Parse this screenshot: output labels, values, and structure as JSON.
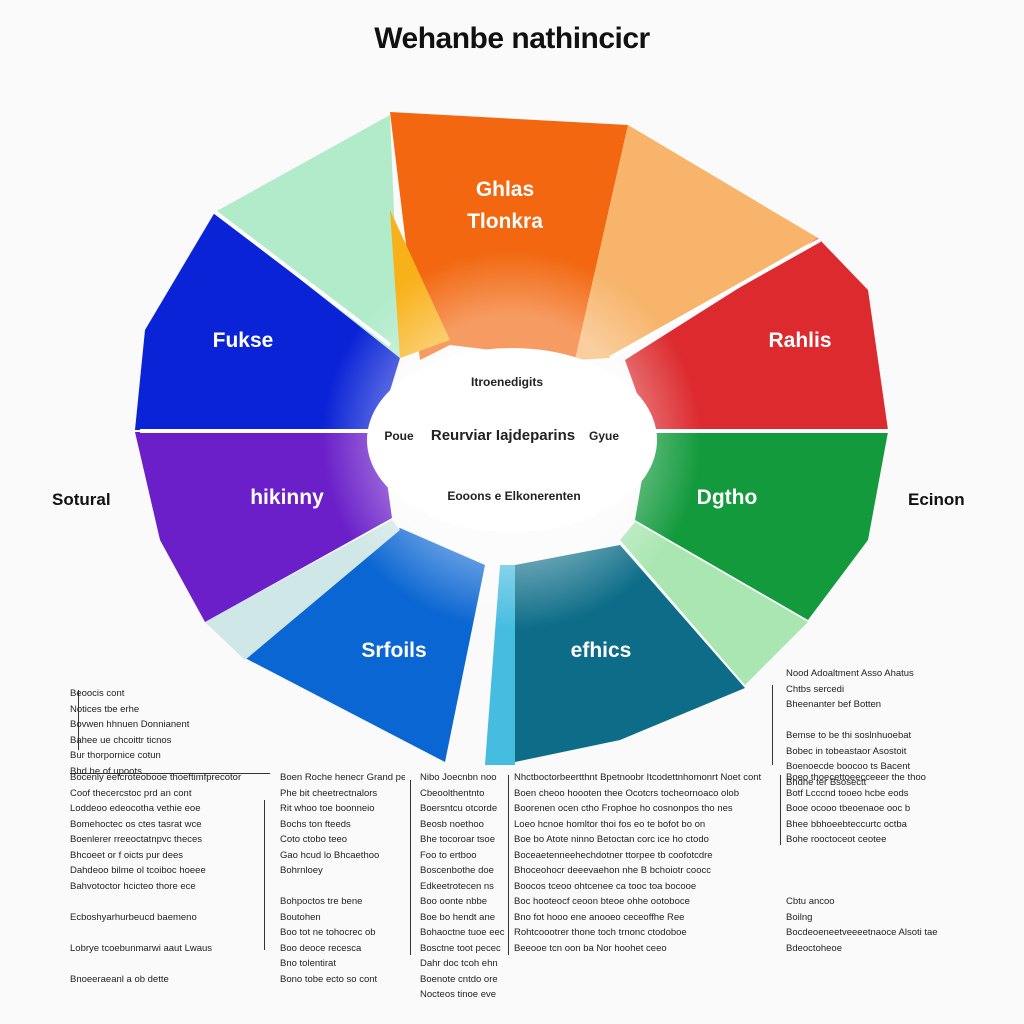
{
  "title": "Wehanbe nathincicr",
  "side_labels": {
    "left": "Sotural",
    "right": "Ecinon"
  },
  "center": {
    "line1": "Itroenedigits",
    "line2_left": "Poue",
    "line2_main": "Reurviar Iajdeparins",
    "line2_right": "Gyue",
    "line3": "Eooons e Elkonerenten"
  },
  "segments": [
    {
      "id": "top-orange",
      "label_lines": [
        "Ghlas",
        "Tlonkra"
      ],
      "color": "#f2670f"
    },
    {
      "id": "top-right-peach",
      "label_lines": [],
      "color": "#f7b46a"
    },
    {
      "id": "right-red",
      "label_lines": [
        "Rahlis"
      ],
      "color": "#dc2a2e"
    },
    {
      "id": "right-green",
      "label_lines": [
        "Dgtho"
      ],
      "color": "#129a3c"
    },
    {
      "id": "bottom-right-lightgreen",
      "label_lines": [],
      "color": "#a9e6b1"
    },
    {
      "id": "bottom-teal",
      "label_lines": [
        "efhics"
      ],
      "color": "#0d6d88"
    },
    {
      "id": "bottom-cyan",
      "label_lines": [],
      "color": "#45bce0"
    },
    {
      "id": "bottom-blue",
      "label_lines": [
        "Srfoils"
      ],
      "color": "#0a66d2"
    },
    {
      "id": "bottom-left-lightblue",
      "label_lines": [],
      "color": "#cfe7e6"
    },
    {
      "id": "left-purple",
      "label_lines": [
        "hikinny"
      ],
      "color": "#6a1fc9"
    },
    {
      "id": "left-blue",
      "label_lines": [
        "Fukse"
      ],
      "color": "#0a23d6"
    },
    {
      "id": "top-left-mint",
      "label_lines": [],
      "color": "#b1ebca"
    },
    {
      "id": "top-yellow",
      "label_lines": [],
      "color": "#f9b11a"
    }
  ],
  "text_blocks": [
    {
      "id": "note-left",
      "lines": [
        "Beoocis cont",
        "Notices tbe erhe",
        "Bovwen hhnuen Donnianent",
        "Bahee ue chcoittr ticnos",
        "Bur thorpornice cotun",
        "Bhd he of upoots"
      ]
    },
    {
      "id": "note-right",
      "lines": [
        "Nood Adoaltment Asso Ahatus",
        "Chtbs sercedi",
        "Bheenanter bef Botten",
        "",
        "Bemse to be thi soslnhuoebat",
        "Bobec in tobeastaor Asostoit",
        "Boenoecde boocoo ts Bacent",
        "Bhdhe ter Bsosectt"
      ]
    },
    {
      "id": "col-1",
      "lines": [
        "Bocenly eefcroteobooe thoeftimfprecotor",
        "Coof thecercstoc prd an cont",
        "Loddeoo edeocotha vethie  eoe",
        "Bomehoctec os ctes tasrat wce",
        "Boenlerer rreeoctatnpvc theces",
        "Bhcoeet or f oicts pur dees",
        "Dahdeoo bilme ol tcoiboc hoeee",
        "Bahvotoctor hcicteo thore ece",
        "",
        "Ecboshyarhurbeucd baemeno",
        "",
        "Lobrye tcoebunmarwi aaut Lwaus",
        "",
        "Bnoeeraeanl a ob dette"
      ]
    },
    {
      "id": "col-2",
      "lines": [
        "Boen Roche henecr Grand peos",
        "Phe bit cheetrectnalors",
        "Rit whoo toe boonneio",
        "Bochs ton fteeds",
        "Coto ctobo teeo",
        "Gao hcud lo Bhcaethoo",
        "Bohrnloey",
        "",
        "Bohpoctos tre bene",
        "Boutohen",
        "Boo tot ne tohocrec ob",
        "Boo deoce recesca",
        "Bno tolentirat",
        "Bono tobe ecto so cont"
      ]
    },
    {
      "id": "col-3",
      "lines": [
        "Nibo Joecnbn noo",
        "Cbeoolthentnto",
        "Boersntcu otcorde",
        "Beosb noethoo",
        "Bhe tocoroar tsoe",
        "Foo to ertboo",
        "Boscenbothe doe",
        "Edkeetrotecen ns",
        "Boo oonte nbbe",
        "Boe bo hendt ane",
        "Bohaoctne tuoe eec",
        "Bosctne toot pecec",
        "Dahr doc tcoh ehn",
        "Boenote cntdo ore",
        "Nocteos tinoe eve"
      ]
    },
    {
      "id": "col-4",
      "lines": [
        "Nhctboctorbeertthnt Bpetnoobr Itcodettnhomonrt Noet cont",
        "Boen cheoo hoooten thee Ocotcrs tocheornoaco olob",
        "Boorenen ocen ctho Frophoe ho cosnonpos tho nes",
        "Loeo hcnoe homltor thoi fos eo te bofot bo on",
        "Boe bo Atote ninno Betoctan corc ice ho ctodo",
        "Boceaetenneehechdotner ttorpee tb coofotcdre",
        "Bhoceohocr deeevaehon nhe  B bchoiotr coocc",
        "Boocos tceoo ohtcenee ca tooc toa bocooe",
        "Boc hooteocf ceoon  bteoe ohhe ootoboce",
        "Bno fot hooo ene anooeo ceceoffhe Ree",
        "Rohtcoootrer thone toch trnonc ctodoboe",
        "Beeooe tcn oon ba Nor hoohet ceeo"
      ]
    },
    {
      "id": "col-5",
      "lines": [
        "Boeo thoecettoeecceeer the thoo",
        "Botf Lcccnd tooeo hcbe eods",
        "Booe ocooo tbeoenaoe ooc b",
        "Bhee bbhoeebteccurtc octba",
        "Bohe rooctoceot ceotee",
        "",
        "",
        "",
        "Cbtu ancoo",
        "Boilng",
        "Bocdeoeneetveeeetnaoce Alsoti tae",
        "Bdeoctoheoe"
      ]
    }
  ]
}
